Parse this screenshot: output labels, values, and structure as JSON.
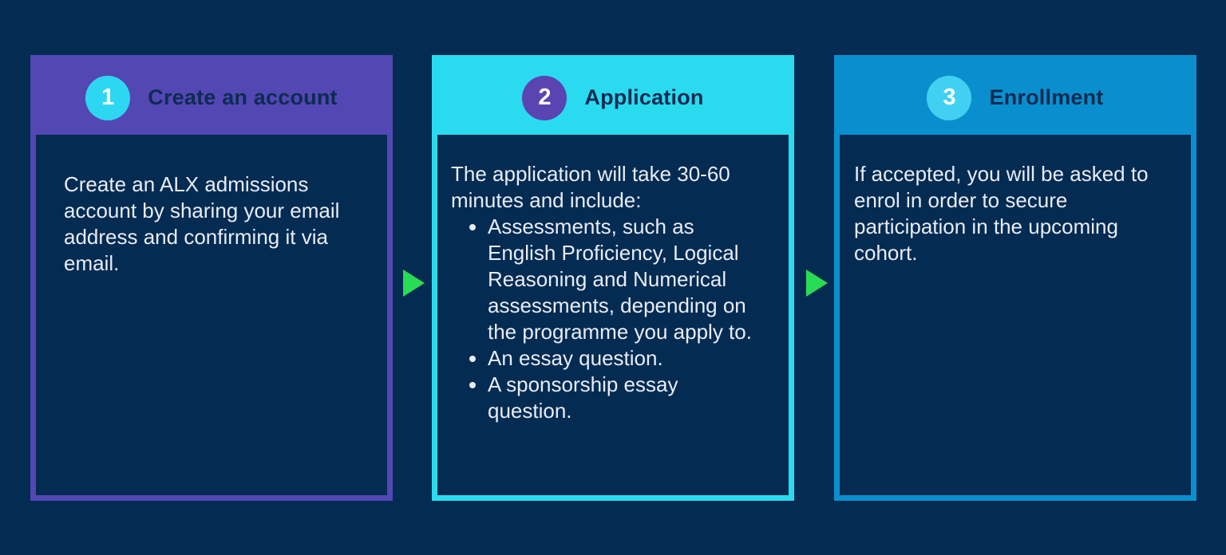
{
  "page": {
    "background": "#042B52",
    "title_color": "#0D2B52",
    "body_text_color": "#E8ECF4",
    "badge_number_color": "#FFFFFF",
    "arrow_color": "#29DC55"
  },
  "steps": [
    {
      "number": "1",
      "title": "Create an account",
      "paragraph": "Create an ALX admissions account by sharing your email address and confirming it via email.",
      "colors": {
        "accent": "#5347B3",
        "badge": "#2ED7F1"
      }
    },
    {
      "number": "2",
      "title": "Application",
      "intro": "The application will take 30-60 minutes and include:",
      "bullets": [
        "Assessments, such as English Proficiency, Logical Reasoning and Numerical assessments, depending on the programme you apply to.",
        "An essay question.",
        "A sponsorship essay question."
      ],
      "colors": {
        "accent": "#2ADBF0",
        "badge": "#5A44B2"
      }
    },
    {
      "number": "3",
      "title": "Enrollment",
      "paragraph": "If accepted, you will be asked to enrol in order to secure participation in the upcoming cohort.",
      "colors": {
        "accent": "#0A8FCE",
        "badge": "#41D0F1"
      }
    }
  ]
}
